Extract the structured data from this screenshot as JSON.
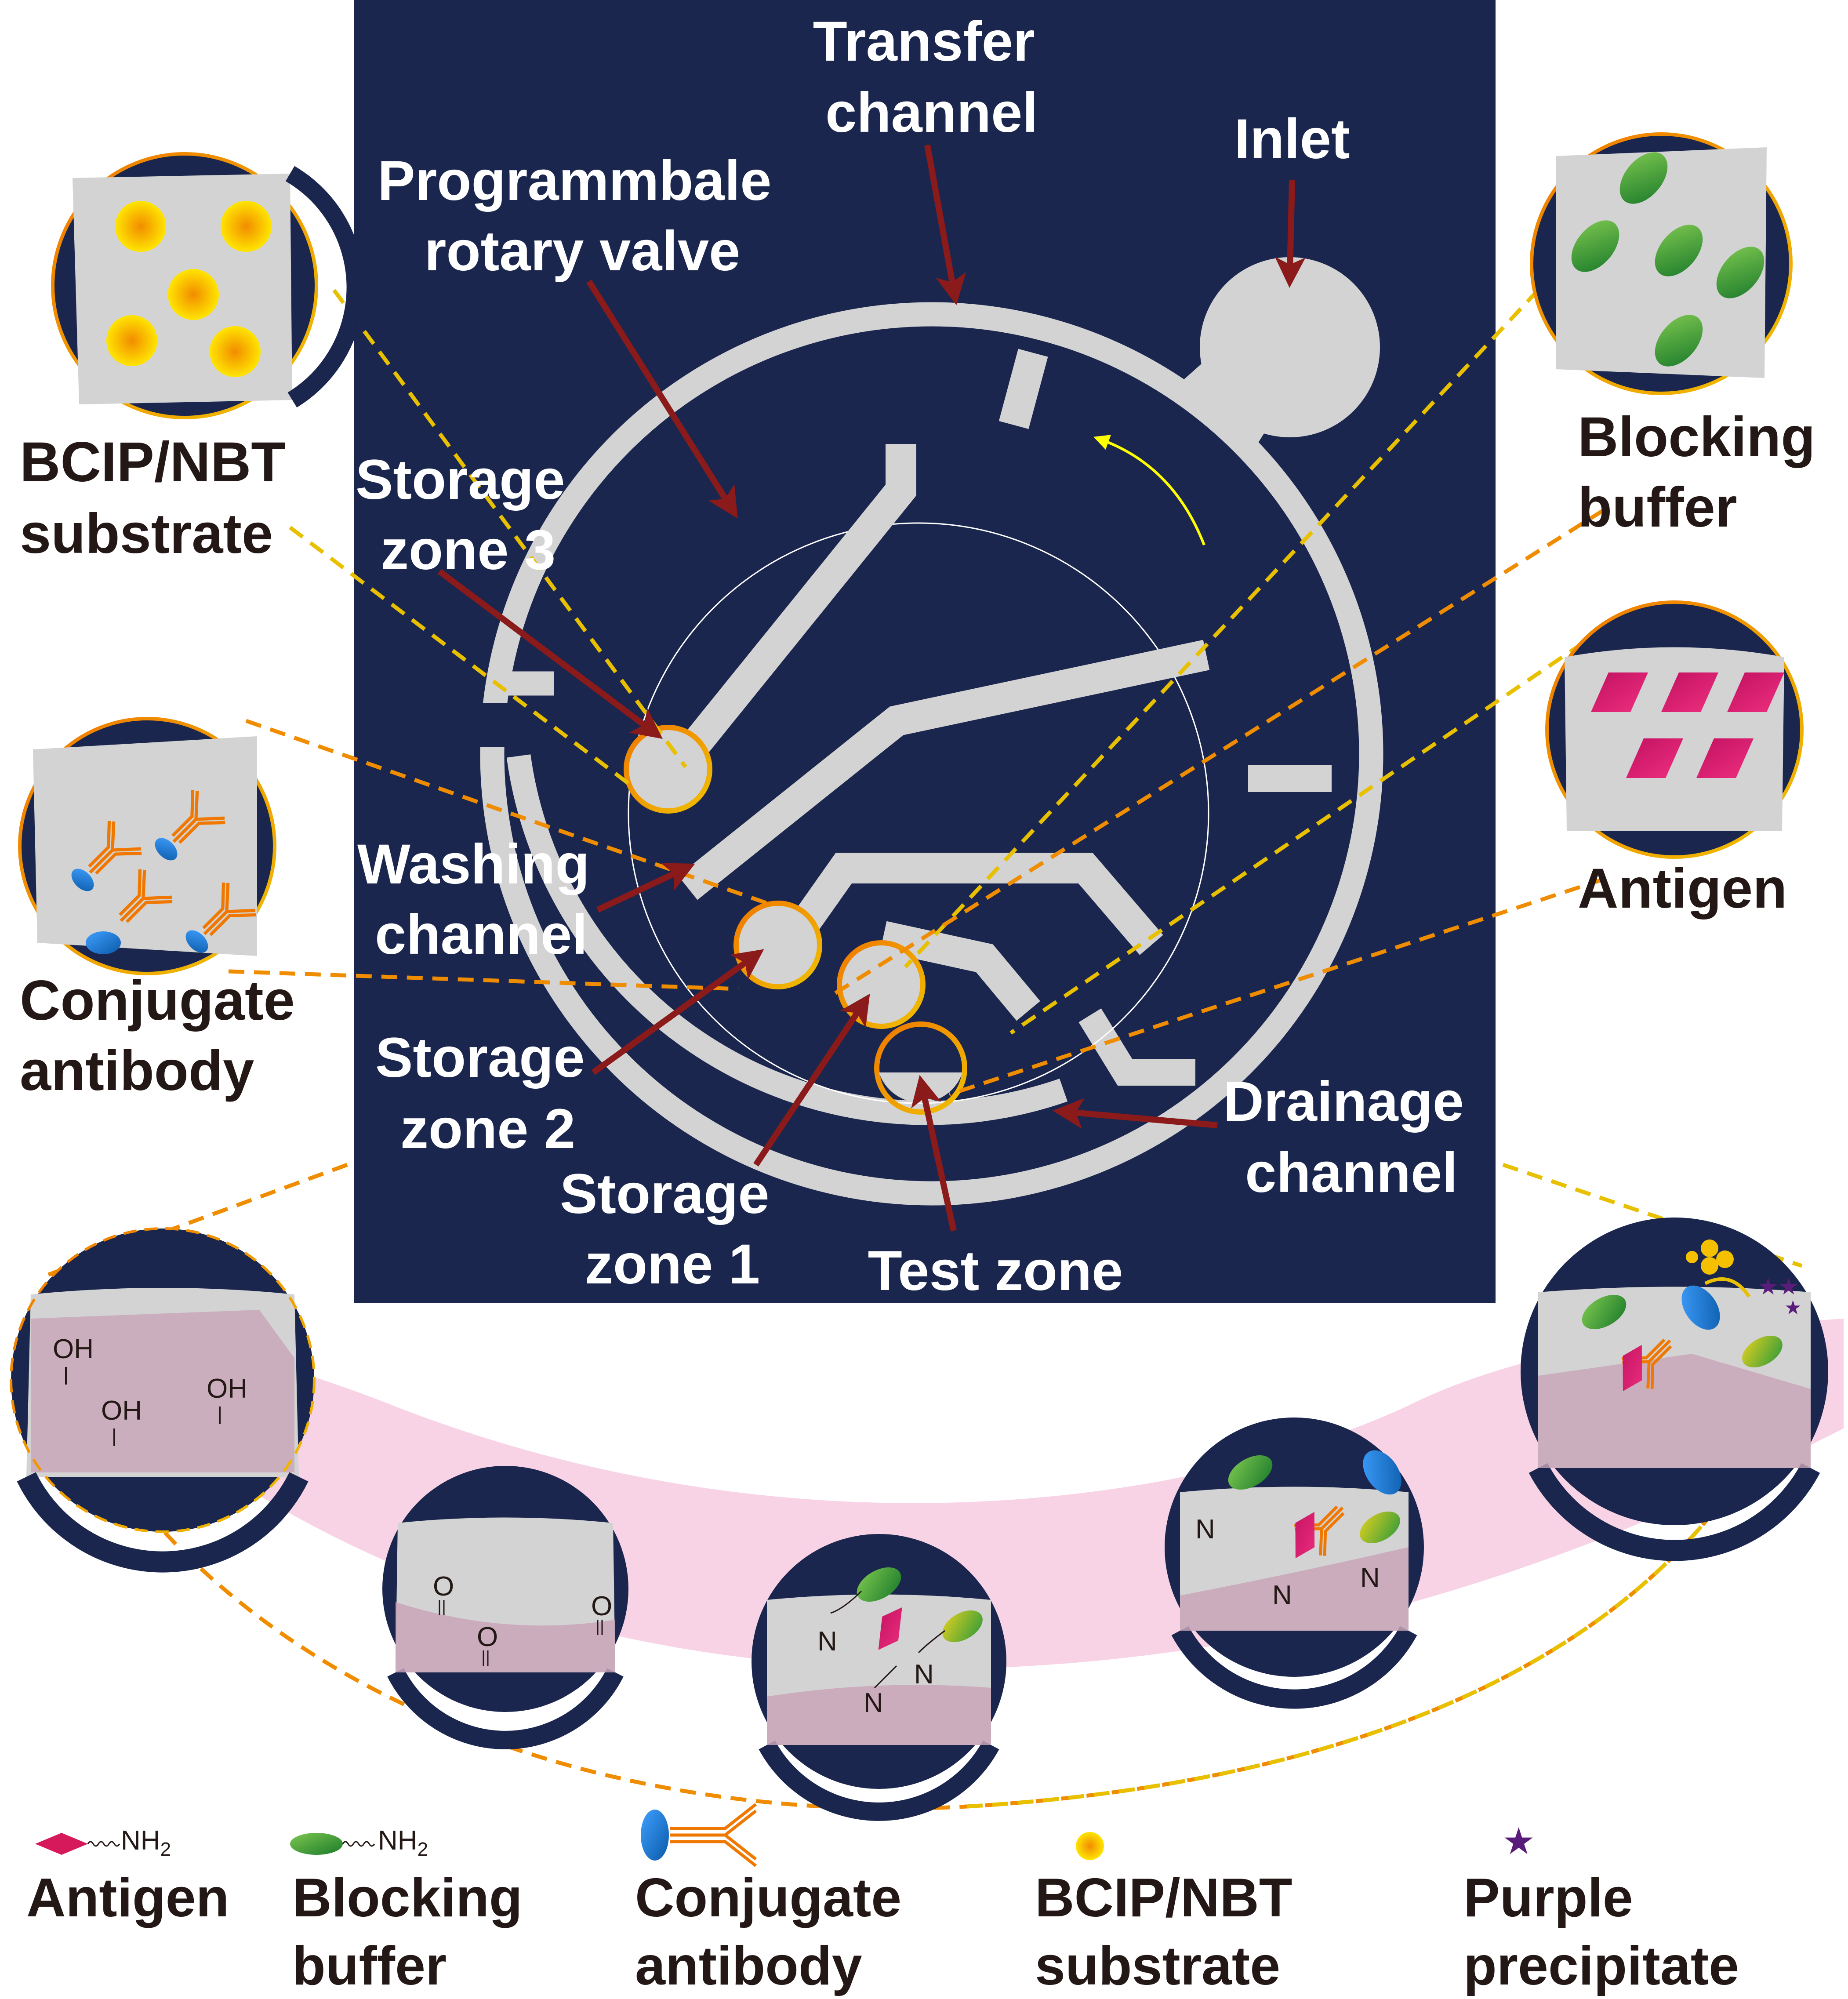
{
  "colors": {
    "panel": "#1a264d",
    "channel": "#d3d3d3",
    "arrow": "#8b1a1a",
    "orange": "#f08c00",
    "gold": "#e8c000",
    "green": "#2e8b2e",
    "antigen": "#d6195a",
    "antibody_blue": "#1e88e5",
    "substrate": "#f5c000",
    "purple": "#5a1c7a",
    "pink_band": "#f2b8d6",
    "text_dark": "#231815"
  },
  "device_labels": {
    "transfer": [
      "Transfer",
      "channel"
    ],
    "inlet": "Inlet",
    "valve": [
      "Programmbale",
      "rotary valve"
    ],
    "storage3": [
      "Storage",
      "zone 3"
    ],
    "washing": [
      "Washing",
      "channel"
    ],
    "storage2": [
      "Storage",
      "zone 2"
    ],
    "storage1": [
      "Storage",
      "zone 1"
    ],
    "test_zone": "Test zone",
    "drainage": [
      "Drainage",
      "channel"
    ]
  },
  "insets": {
    "bcip": [
      "BCIP/NBT",
      "substrate"
    ],
    "conjugate": [
      "Conjugate",
      "antibody"
    ],
    "blocking": [
      "Blocking",
      "buffer"
    ],
    "antigen": "Antigen"
  },
  "chem": {
    "oh": "OH",
    "o": "O",
    "n": "N"
  },
  "legend": {
    "antigen": {
      "label": "Antigen",
      "group": "NH",
      "sub": "2",
      "icon": "antigen-diamond-icon"
    },
    "blocking": {
      "label": [
        "Blocking",
        "buffer"
      ],
      "group": "NH",
      "sub": "2",
      "icon": "blocking-ellipse-icon"
    },
    "conjugate": {
      "label": [
        "Conjugate",
        "antibody"
      ],
      "icon": "antibody-icon"
    },
    "bcip": {
      "label": [
        "BCIP/NBT",
        "substrate"
      ],
      "icon": "substrate-dot-icon"
    },
    "purple": {
      "label": [
        "Purple",
        "precipitate"
      ],
      "icon": "star-icon"
    }
  }
}
